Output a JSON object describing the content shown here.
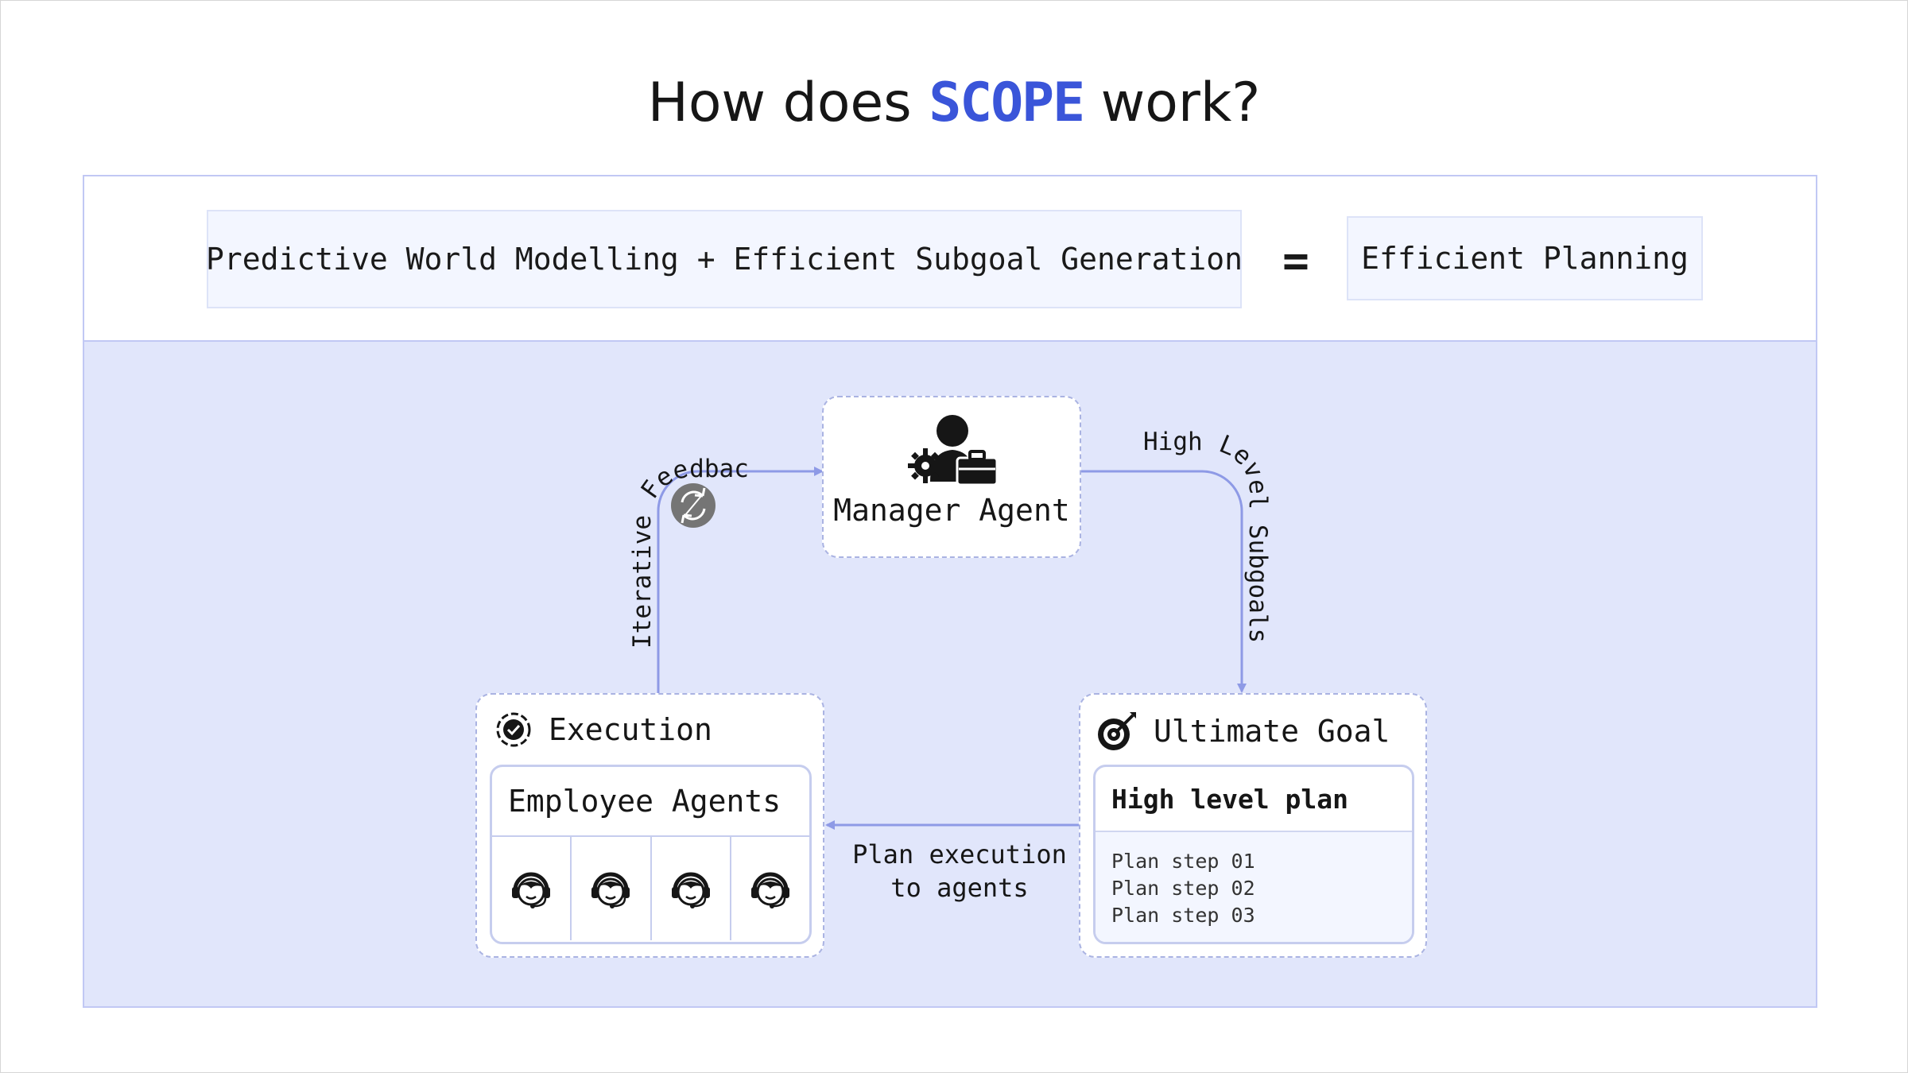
{
  "title": {
    "prefix": "How does",
    "highlight": "SCOPE",
    "suffix": "work?"
  },
  "equation": {
    "left": "Predictive World Modelling + Efficient Subgoal Generation",
    "operator": "=",
    "right": "Efficient Planning"
  },
  "manager": {
    "label": "Manager Agent",
    "icon": "manager-icon"
  },
  "execution": {
    "label": "Execution",
    "icon": "gear-check-icon",
    "employees": {
      "label": "Employee Agents",
      "agents": [
        "agent-icon",
        "agent-icon",
        "agent-icon",
        "agent-icon"
      ]
    }
  },
  "goal": {
    "label": "Ultimate Goal",
    "icon": "target-icon",
    "plan": {
      "title": "High level plan",
      "steps": [
        "Plan step 01",
        "Plan step 02",
        "Plan step 03"
      ]
    }
  },
  "edges": {
    "feedback": "Iterative Feedback",
    "subgoals": "High Level Subgoals",
    "execution_line1": "Plan execution",
    "execution_line2": "to agents"
  },
  "colors": {
    "accent": "#3a55d9",
    "band": "#e1e6fb",
    "arrow": "#8e9ae6",
    "border": "#c1c8f4",
    "refresh_badge": "#757575"
  }
}
